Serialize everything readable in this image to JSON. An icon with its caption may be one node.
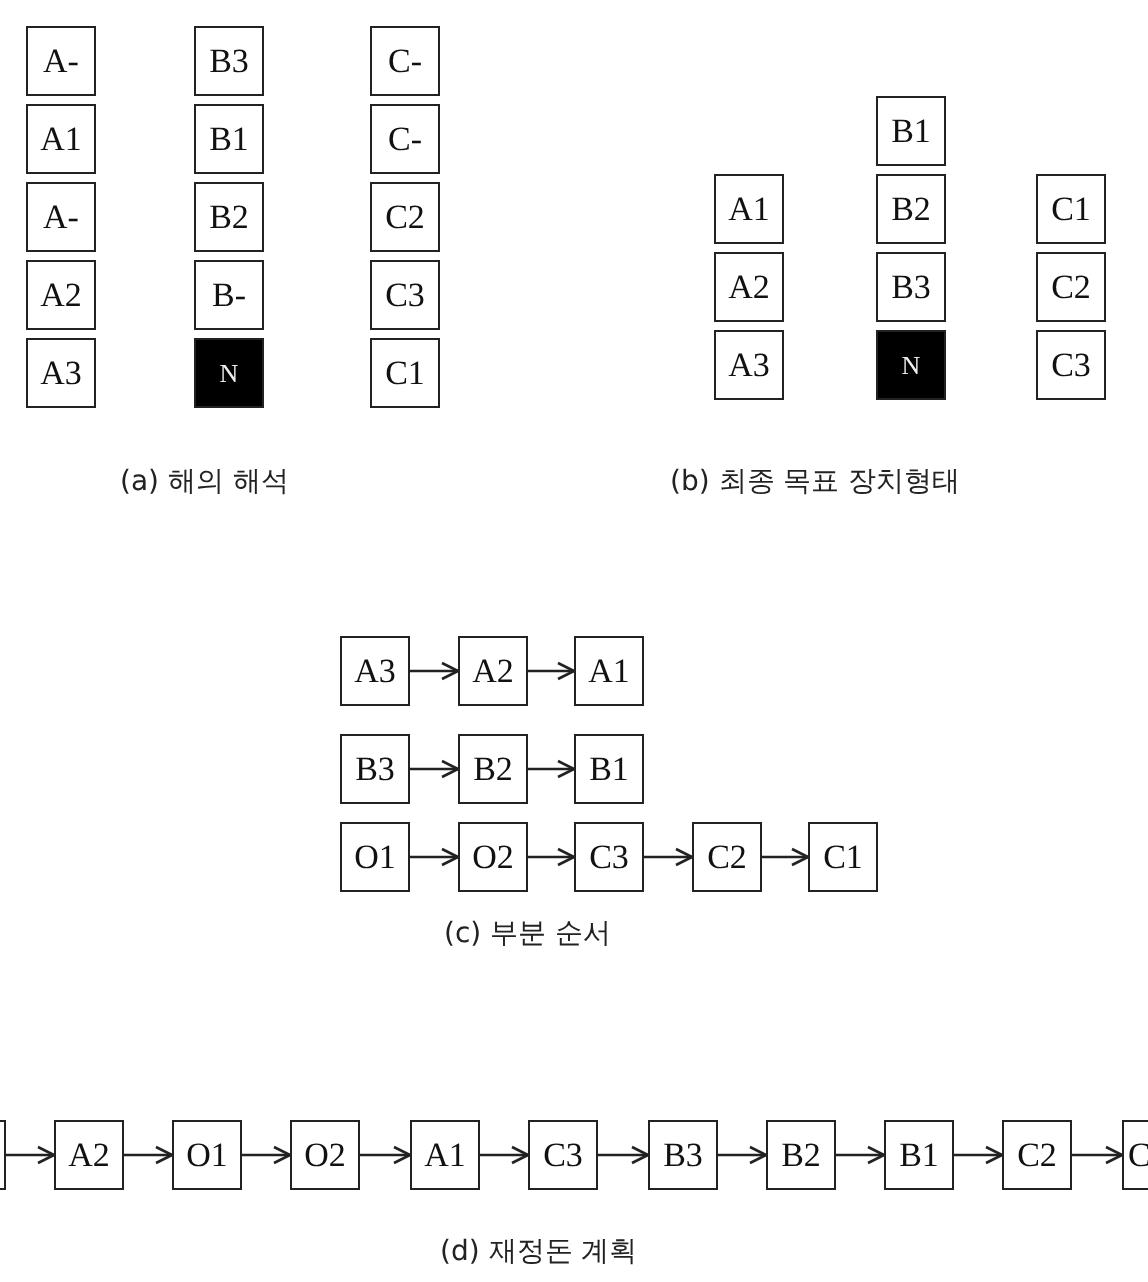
{
  "diagram": {
    "nodes": [
      {
        "text": [
          "A-"
        ]
      },
      {
        "text": [
          "B3"
        ]
      },
      {
        "text": [
          "C-"
        ]
      },
      {
        "text": [
          "A1"
        ]
      },
      {
        "text": [
          "B1"
        ]
      },
      {
        "text": [
          "C-"
        ]
      },
      {
        "text": [
          "A-"
        ]
      },
      {
        "text": [
          "B2"
        ]
      },
      {
        "text": [
          "C2"
        ]
      },
      {
        "text": [
          "A2"
        ]
      },
      {
        "text": [
          "B-"
        ]
      },
      {
        "text": [
          "C3"
        ]
      },
      {
        "text": [
          "A3"
        ]
      },
      {
        "text": [
          "N"
        ]
      },
      {
        "text": [
          "C1"
        ]
      },
      {
        "text": [
          "B1"
        ]
      },
      {
        "text": [
          "A1"
        ]
      },
      {
        "text": [
          "B2"
        ]
      },
      {
        "text": [
          "C1"
        ]
      },
      {
        "text": [
          "A2"
        ]
      },
      {
        "text": [
          "B3"
        ]
      },
      {
        "text": [
          "C2"
        ]
      },
      {
        "text": [
          "A3"
        ]
      },
      {
        "text": [
          "N"
        ]
      },
      {
        "text": [
          "C3"
        ]
      },
      {
        "text": [
          "A3"
        ]
      },
      {
        "text": [
          "A2"
        ]
      },
      {
        "text": [
          "A1"
        ]
      },
      {
        "text": [
          "B3"
        ]
      },
      {
        "text": [
          "B2"
        ]
      },
      {
        "text": [
          "B1"
        ]
      },
      {
        "text": [
          "O1"
        ]
      },
      {
        "text": [
          "O2"
        ]
      },
      {
        "text": [
          "C3"
        ]
      },
      {
        "text": [
          "C2"
        ]
      },
      {
        "text": [
          "C1"
        ]
      },
      {
        "text": [],
        "shape": "box"
      },
      {
        "text": [
          "A2"
        ]
      },
      {
        "text": [
          "O1"
        ]
      },
      {
        "text": [
          "O2"
        ]
      },
      {
        "text": [
          "A1"
        ]
      },
      {
        "text": [
          "C3"
        ]
      },
      {
        "text": [
          "B3"
        ]
      },
      {
        "text": [
          "B2"
        ]
      },
      {
        "text": [
          "B1"
        ]
      },
      {
        "text": [
          "C2"
        ]
      },
      {
        "text": [
          "C"
        ]
      }
    ],
    "edges": [
      {
        "from": 25,
        "to": 26,
        "arrow": "to"
      },
      {
        "from": 26,
        "to": 27,
        "arrow": "to"
      },
      {
        "from": 28,
        "to": 29,
        "arrow": "to"
      },
      {
        "from": 29,
        "to": 30,
        "arrow": "to"
      },
      {
        "from": 31,
        "to": 32,
        "arrow": "to"
      },
      {
        "from": 32,
        "to": 33,
        "arrow": "to"
      },
      {
        "from": 33,
        "to": 34,
        "arrow": "to"
      },
      {
        "from": 34,
        "to": 35,
        "arrow": "to"
      },
      {
        "from": 36,
        "to": 37,
        "arrow": "to"
      },
      {
        "from": 37,
        "to": 38,
        "arrow": "to"
      },
      {
        "from": 38,
        "to": 39,
        "arrow": "to"
      },
      {
        "from": 39,
        "to": 40,
        "arrow": "to"
      },
      {
        "from": 40,
        "to": 41,
        "arrow": "to"
      },
      {
        "from": 41,
        "to": 42,
        "arrow": "to"
      },
      {
        "from": 42,
        "to": 43,
        "arrow": "to"
      },
      {
        "from": 43,
        "to": 44,
        "arrow": "to"
      },
      {
        "from": 44,
        "to": 45,
        "arrow": "to"
      },
      {
        "from": 45,
        "to": 46,
        "arrow": "to"
      }
    ],
    "labels": [
      "(a) 해의 해석",
      "(b) 최종 목표 장치형태",
      "(c) 부분 순서",
      "(d) 재정돈 계획"
    ]
  }
}
